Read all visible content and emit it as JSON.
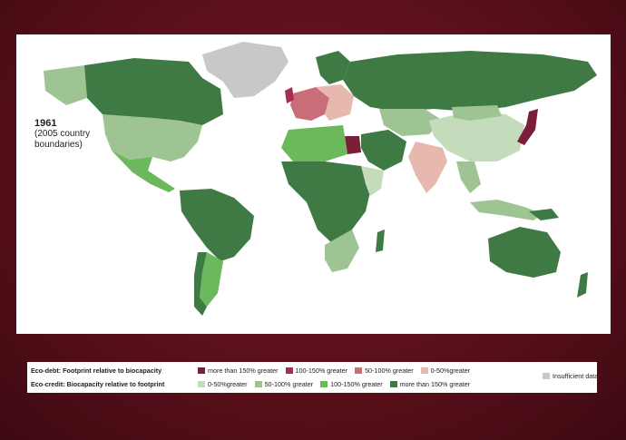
{
  "map": {
    "caption_year": "1961",
    "caption_line1": "(2005 country",
    "caption_line2": "boundaries)"
  },
  "colors": {
    "debt_150_plus": "#7b1e3a",
    "debt_100_150": "#a3304f",
    "debt_50_100": "#c96d78",
    "debt_0_50": "#e6b8ae",
    "credit_0_50": "#c5dcbc",
    "credit_50_100": "#9fc493",
    "credit_100_150": "#6cb85c",
    "credit_150_plus": "#3f7a45",
    "insufficient": "#c8c8c8"
  },
  "legend": {
    "debt_title": "Eco-debt: Footprint relative to biocapacity",
    "credit_title": "Eco-credit: Biocapacity relative to footprint",
    "debt_items": [
      "more than 150% greater",
      "100-150% greater",
      "50-100% greater",
      "0-50%greater"
    ],
    "credit_items": [
      "0-50%greater",
      "50-100% greater",
      "100-150% greater",
      "more than 150% greater"
    ],
    "insufficient": "Insufficient data"
  }
}
